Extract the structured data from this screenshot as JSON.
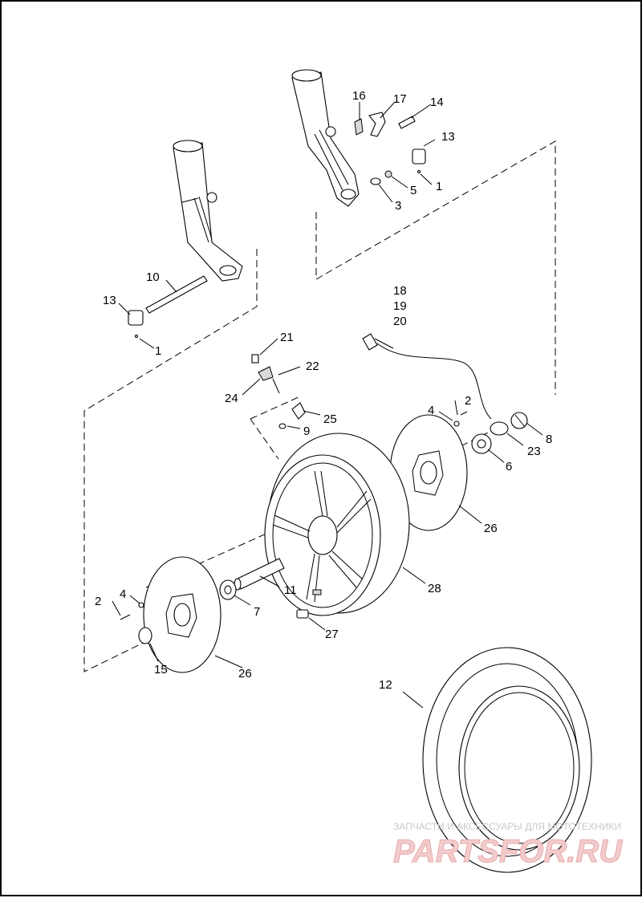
{
  "callouts": {
    "n1a": "1",
    "n1b": "1",
    "n2a": "2",
    "n2b": "2",
    "n3": "3",
    "n4a": "4",
    "n4b": "4",
    "n5": "5",
    "n6": "6",
    "n7": "7",
    "n8": "8",
    "n9": "9",
    "n10": "10",
    "n11": "11",
    "n12": "12",
    "n13a": "13",
    "n13b": "13",
    "n14": "14",
    "n15": "15",
    "n16": "16",
    "n17": "17",
    "n18": "18",
    "n19": "19",
    "n20": "20",
    "n21": "21",
    "n22": "22",
    "n23": "23",
    "n24": "24",
    "n25": "25",
    "n26a": "26",
    "n26b": "26",
    "n27": "27",
    "n28": "28"
  },
  "watermark": {
    "line1": "ЗАПЧАСТИ И АКСЕССУАРЫ ДЛЯ МОТОТЕХНИКИ",
    "line2": "PARTSFOR.RU"
  }
}
